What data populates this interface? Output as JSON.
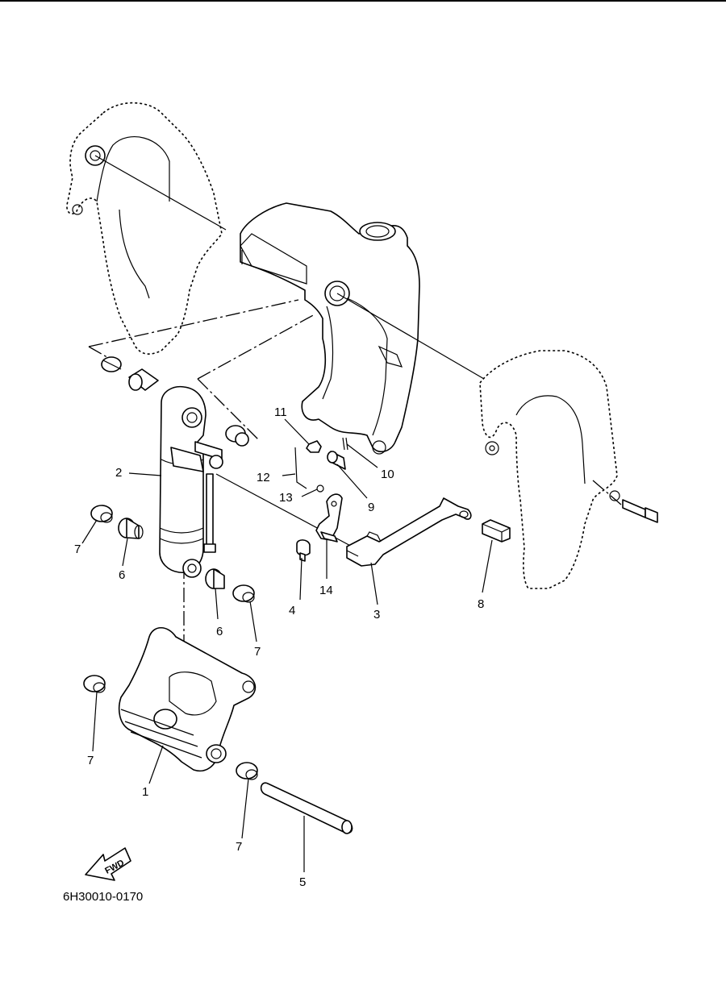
{
  "diagram_code": "6H30010-0170",
  "fwd_label": "FWD",
  "callouts": [
    {
      "id": "c1",
      "text": "1"
    },
    {
      "id": "c2",
      "text": "2"
    },
    {
      "id": "c3",
      "text": "3"
    },
    {
      "id": "c4",
      "text": "4"
    },
    {
      "id": "c5",
      "text": "5"
    },
    {
      "id": "c6a",
      "text": "6"
    },
    {
      "id": "c6b",
      "text": "6"
    },
    {
      "id": "c7a",
      "text": "7"
    },
    {
      "id": "c7b",
      "text": "7"
    },
    {
      "id": "c7c",
      "text": "7"
    },
    {
      "id": "c7d",
      "text": "7"
    },
    {
      "id": "c8",
      "text": "8"
    },
    {
      "id": "c9",
      "text": "9"
    },
    {
      "id": "c10",
      "text": "10"
    },
    {
      "id": "c11",
      "text": "11"
    },
    {
      "id": "c12",
      "text": "12"
    },
    {
      "id": "c13",
      "text": "13"
    },
    {
      "id": "c14",
      "text": "14"
    }
  ]
}
